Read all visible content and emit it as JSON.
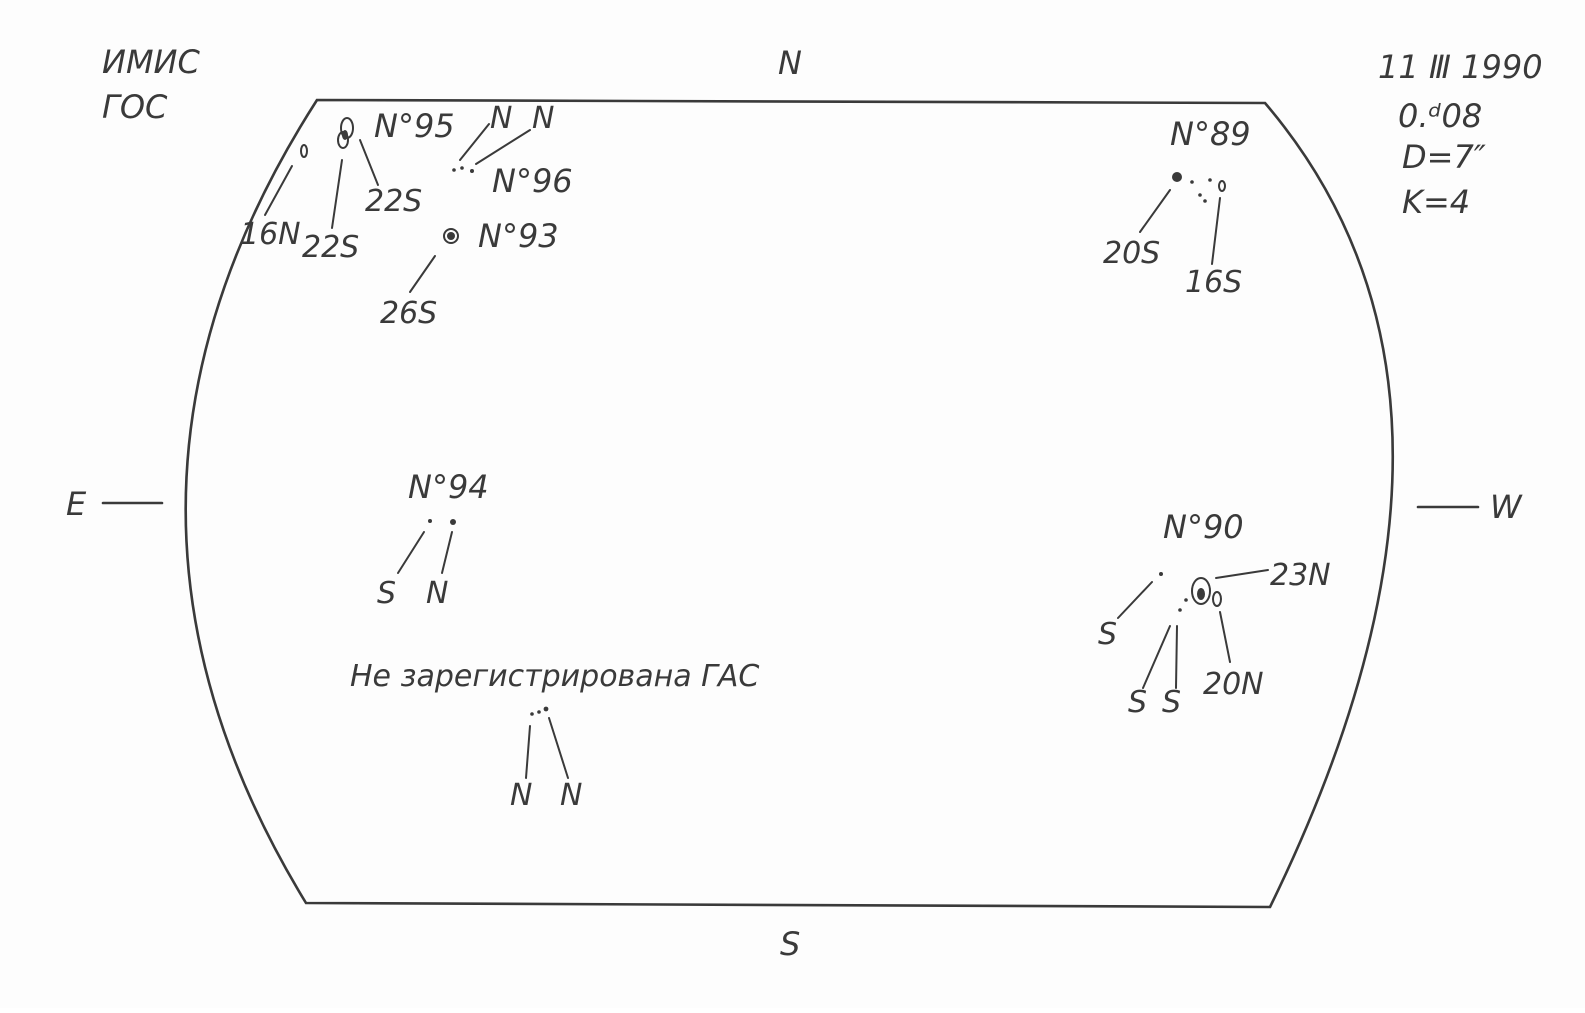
{
  "header": {
    "observatory": "ИМИС",
    "instrument": "ГОС",
    "date": "11 Ⅲ 1990",
    "time": "0.ᵈ08",
    "diameter": "D=7″",
    "k_value": "K=4"
  },
  "compass": {
    "north": "N",
    "south": "S",
    "east": "E",
    "west": "W"
  },
  "groups": [
    {
      "id": "95",
      "label": "N°95",
      "polarities": [
        "16N",
        "22S",
        "22S"
      ]
    },
    {
      "id": "96",
      "label": "N°96",
      "polarities": [
        "N",
        "N"
      ]
    },
    {
      "id": "93",
      "label": "N°93",
      "polarities": [
        "26S"
      ]
    },
    {
      "id": "89",
      "label": "N°89",
      "polarities": [
        "20S",
        "16S"
      ]
    },
    {
      "id": "94",
      "label": "N°94",
      "polarities": [
        "S",
        "N"
      ]
    },
    {
      "id": "90",
      "label": "N°90",
      "polarities": [
        "23N",
        "S",
        "S",
        "S",
        "20N"
      ]
    }
  ],
  "unregistered": {
    "note": "Не зарегистрирована ГАС",
    "polarities": [
      "N",
      "N"
    ]
  },
  "colors": {
    "ink": "#3a3a3a",
    "paper": "#fdfdfd"
  }
}
